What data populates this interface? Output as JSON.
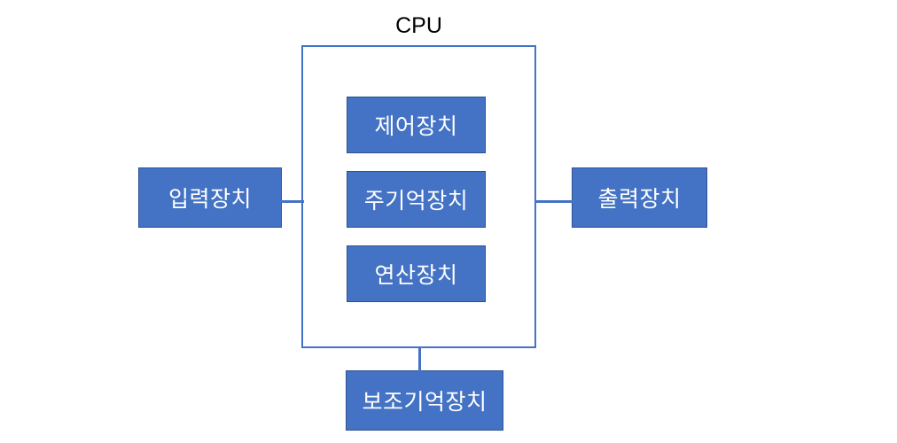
{
  "diagram": {
    "title": "CPU",
    "colors": {
      "box_fill": "#4472c4",
      "box_border": "#2f528f",
      "outline": "#4472c4",
      "label_text": "#ffffff",
      "title_text": "#000000",
      "background": "#ffffff"
    },
    "cpu_group": {
      "label": "CPU",
      "components": [
        {
          "label": "제어장치"
        },
        {
          "label": "주기억장치"
        },
        {
          "label": "연산장치"
        }
      ]
    },
    "peripherals": {
      "input": {
        "label": "입력장치"
      },
      "output": {
        "label": "출력장치"
      },
      "storage": {
        "label": "보조기억장치"
      }
    },
    "connections": [
      {
        "from": "입력장치",
        "to": "CPU",
        "orientation": "horizontal"
      },
      {
        "from": "CPU",
        "to": "출력장치",
        "orientation": "horizontal"
      },
      {
        "from": "CPU",
        "to": "보조기억장치",
        "orientation": "vertical"
      }
    ]
  }
}
